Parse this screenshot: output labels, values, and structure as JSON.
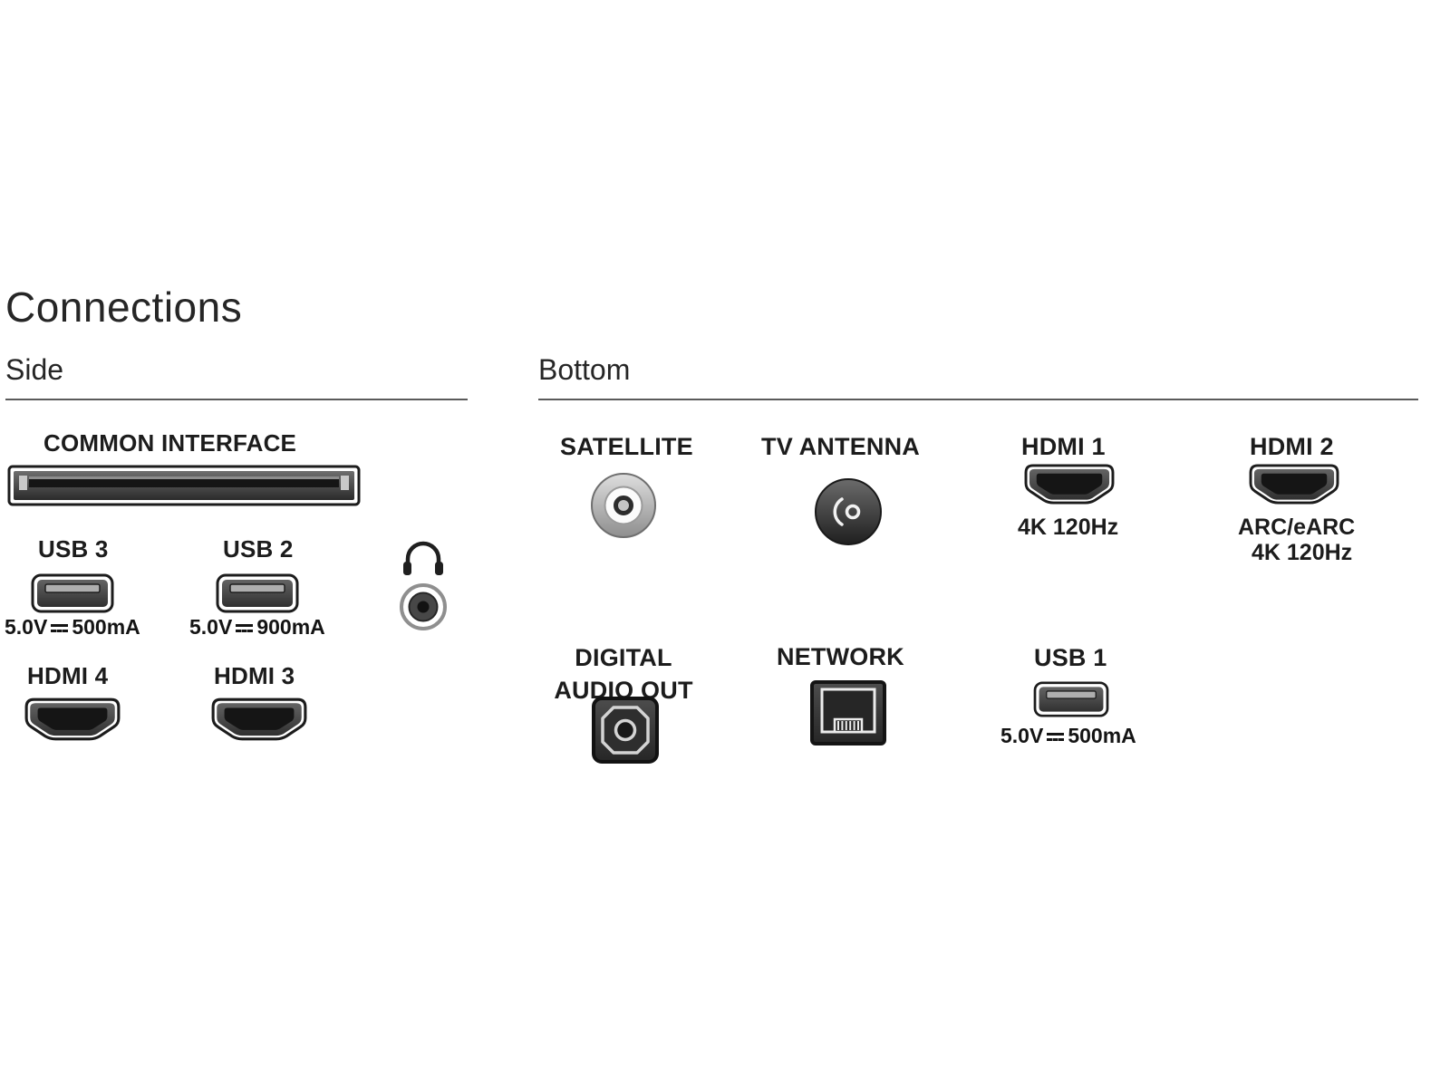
{
  "title": "Connections",
  "colors": {
    "text": "#1f1f1f",
    "port_body": "#3d3d3d",
    "rule": "#5a5a5a",
    "background": "#ffffff"
  },
  "side": {
    "heading": "Side",
    "common_interface": {
      "label": "COMMON INTERFACE"
    },
    "usb3": {
      "label": "USB 3",
      "voltage": "5.0V",
      "current": "500mA"
    },
    "usb2": {
      "label": "USB 2",
      "voltage": "5.0V",
      "current": "900mA"
    },
    "hdmi4": {
      "label": "HDMI 4"
    },
    "hdmi3": {
      "label": "HDMI 3"
    }
  },
  "bottom": {
    "heading": "Bottom",
    "satellite": {
      "label": "SATELLITE"
    },
    "tv_antenna": {
      "label": "TV ANTENNA"
    },
    "hdmi1": {
      "label": "HDMI 1",
      "spec": "4K 120Hz"
    },
    "hdmi2": {
      "label": "HDMI 2",
      "spec_line1": "ARC/eARC",
      "spec_line2": "4K 120Hz"
    },
    "digital_audio_out": {
      "label_line1": "DIGITAL",
      "label_line2": "AUDIO OUT"
    },
    "network": {
      "label": "NETWORK"
    },
    "usb1": {
      "label": "USB 1",
      "voltage": "5.0V",
      "current": "500mA"
    }
  },
  "icons": {
    "common_interface_slot": "ci-card-slot-icon",
    "usb_port": "usb-port-icon",
    "headphones": "headphones-icon",
    "headphone_jack": "audio-jack-icon",
    "hdmi_port": "hdmi-port-icon",
    "satellite_connector": "coax-f-connector-icon",
    "antenna_connector": "iec-antenna-connector-icon",
    "optical_port": "optical-audio-port-icon",
    "ethernet_port": "ethernet-port-icon"
  }
}
